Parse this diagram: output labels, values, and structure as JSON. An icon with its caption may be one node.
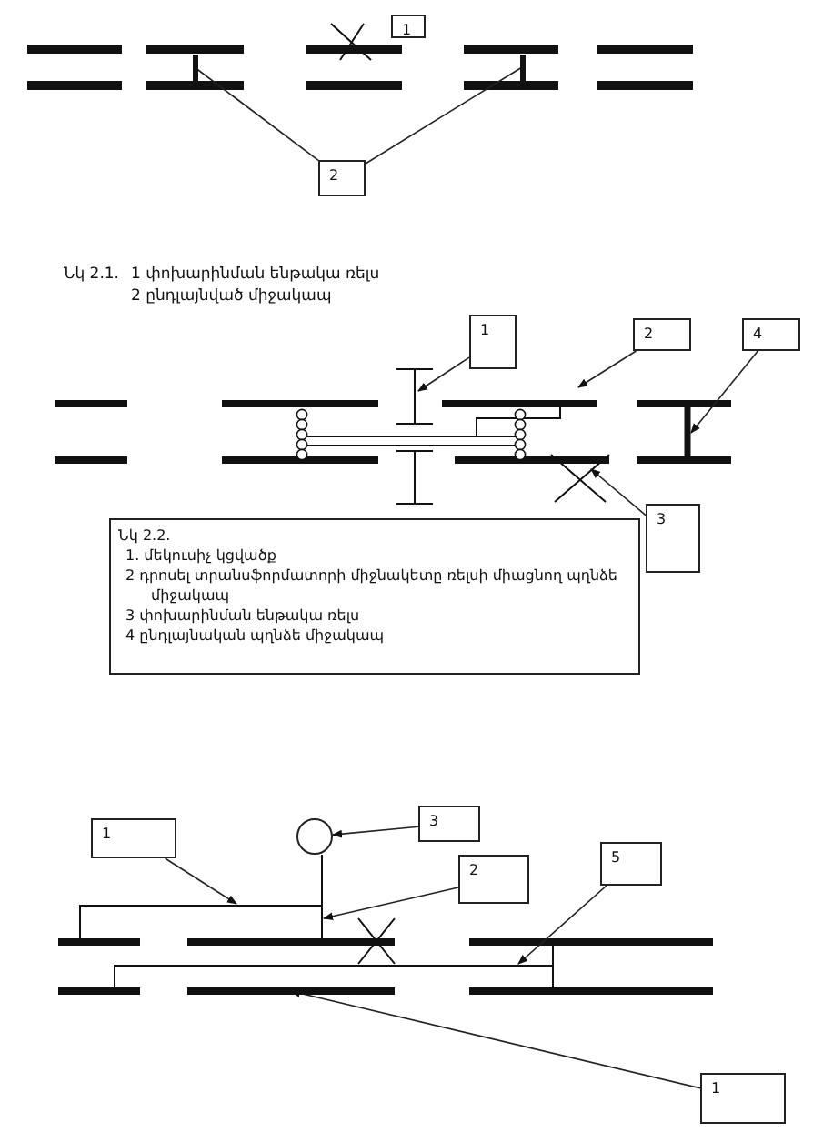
{
  "diagram": {
    "nodes": [
      {
        "text": [
          "1"
        ]
      },
      {
        "text": [
          "2"
        ]
      },
      {
        "text": [
          "1"
        ]
      },
      {
        "text": [
          "2"
        ]
      },
      {
        "text": [
          "4"
        ]
      },
      {
        "text": [
          "3"
        ]
      },
      {
        "text": [
          "Նկ 2.2.",
          "1. մեկուսիչ կցվածք",
          "2 դրոսել տրանսֆորմատորի միջնակետը ռելսի միացնող պղնձե միջակապ",
          "3 փոխարինման ենթակա ռելս",
          "4 ընդլայնական պղնձե միջակապ"
        ]
      },
      {
        "text": [
          "1"
        ]
      },
      {
        "text": [],
        "shape": "circle"
      },
      {
        "text": [
          "3"
        ]
      },
      {
        "text": [
          "2"
        ]
      },
      {
        "text": [
          "5"
        ]
      },
      {
        "text": [
          "1"
        ]
      },
      {
        "text": [],
        "shape": "bar"
      },
      {
        "text": [],
        "shape": "bar"
      },
      {
        "text": [],
        "shape": "bar"
      }
    ],
    "edges": [
      {
        "from": 1,
        "to": 13,
        "arrow": "none"
      },
      {
        "from": 1,
        "to": 14,
        "arrow": "none"
      },
      {
        "from": 2,
        "to": null,
        "arrow": "to"
      },
      {
        "from": 3,
        "to": null,
        "arrow": "to"
      },
      {
        "from": 4,
        "to": null,
        "arrow": "to"
      },
      {
        "from": 5,
        "to": null,
        "arrow": "to"
      },
      {
        "from": 7,
        "to": null,
        "arrow": "to"
      },
      {
        "from": 9,
        "to": 8,
        "arrow": "to"
      },
      {
        "from": 10,
        "to": null,
        "arrow": "to"
      },
      {
        "from": 11,
        "to": null,
        "arrow": "to"
      },
      {
        "from": 12,
        "to": 15,
        "arrow": "to"
      }
    ],
    "labels": [
      "Նկ 2.1.",
      "1 փոխարինման ենթակա ռելս",
      "2 ընդլայնված միջակապ"
    ]
  }
}
